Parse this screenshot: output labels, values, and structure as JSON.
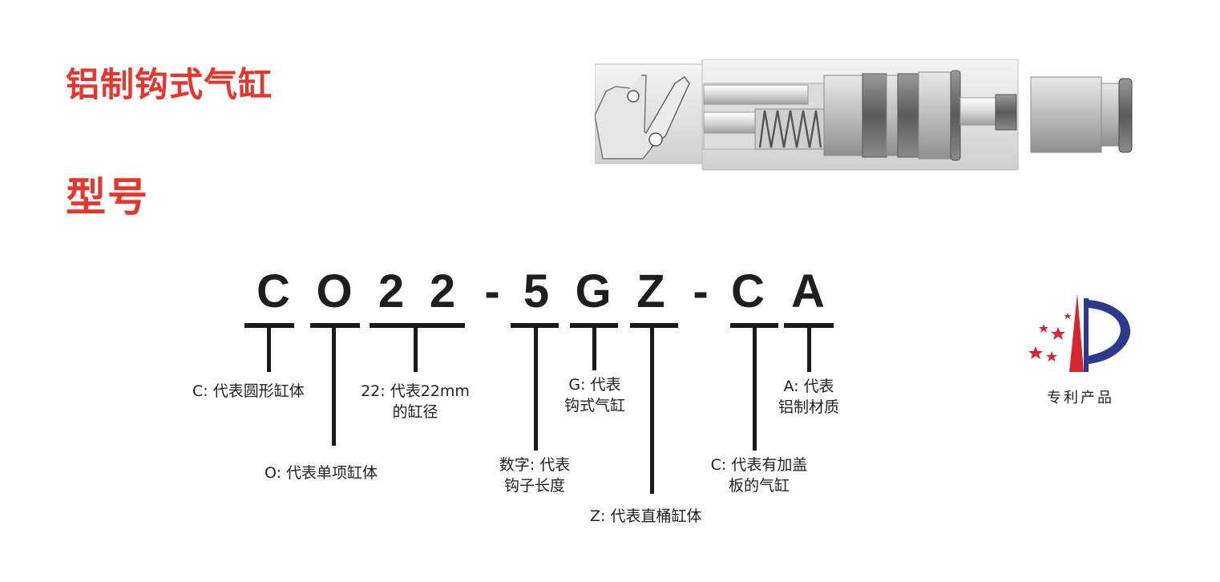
{
  "title": "铝制钩式气缸",
  "subtitle": "型号",
  "model_code": [
    "C",
    "O",
    "2",
    "2",
    "-",
    "5",
    "G",
    "Z",
    "-",
    "C",
    "A"
  ],
  "labels": {
    "c_round": [
      "C: 代表圆形缸体"
    ],
    "o_single": [
      "O: 代表单项缸体"
    ],
    "bore_22": [
      "22: 代表22mm",
      "的缸径"
    ],
    "digit_hook": [
      "数字: 代表",
      "钩子长度"
    ],
    "g_hook": [
      "G: 代表",
      "钩式气缸"
    ],
    "z_straight": [
      "Z: 代表直桶缸体"
    ],
    "c_cover": [
      "C: 代表有加盖",
      "板的气缸"
    ],
    "a_aluminum": [
      "A: 代表",
      "铝制材质"
    ]
  },
  "patent_text": "专利产品",
  "colors": {
    "title_red": "#e8352c",
    "code_black": "#1e1e1e",
    "patent_red": "#d7262e",
    "patent_blue": "#2b3a8c"
  },
  "icons": {
    "product": "hook-cylinder-illustration",
    "patent": "patent-product-logo"
  }
}
